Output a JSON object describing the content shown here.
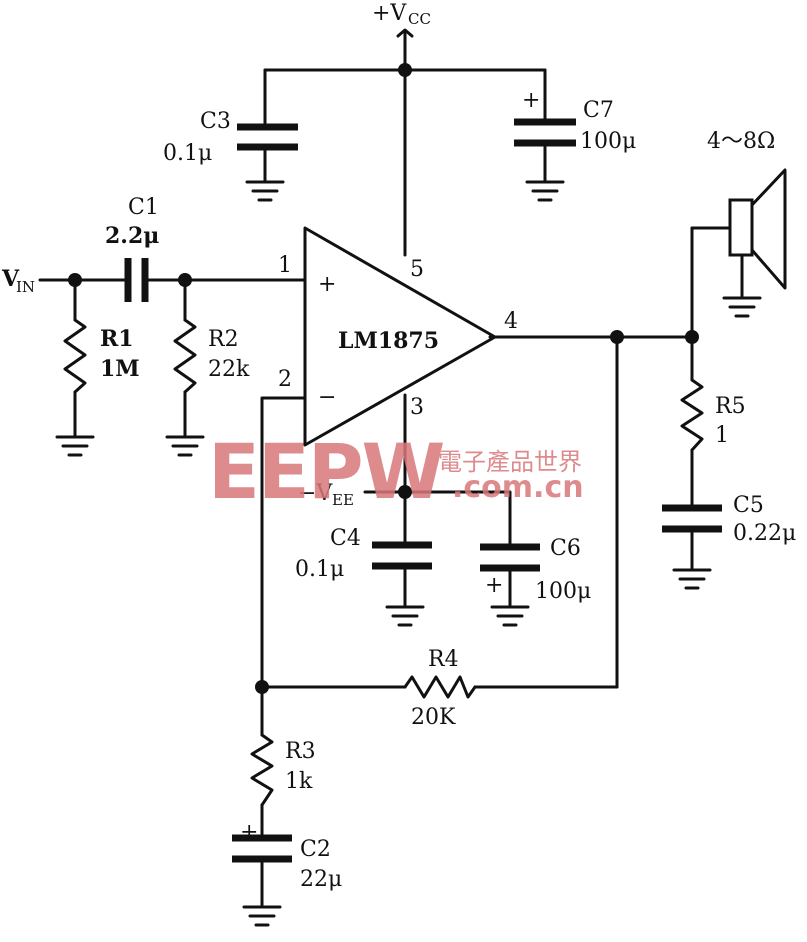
{
  "supply": {
    "vcc": "+V",
    "vcc_sub": "CC",
    "vee": "−V",
    "vee_sub": "EE"
  },
  "input": {
    "v": "V",
    "v_sub": "IN"
  },
  "ic": {
    "name": "LM1875",
    "pin1": "1",
    "pin2": "2",
    "pin3": "3",
    "pin4": "4",
    "pin5": "5",
    "plus": "+",
    "minus": "−"
  },
  "components": {
    "c1": {
      "ref": "C1",
      "value": "2.2μ"
    },
    "c2": {
      "ref": "C2",
      "value": "22μ",
      "polarity": "+"
    },
    "c3": {
      "ref": "C3",
      "value": "0.1μ"
    },
    "c4": {
      "ref": "C4",
      "value": "0.1μ"
    },
    "c5": {
      "ref": "C5",
      "value": "0.22μ"
    },
    "c6": {
      "ref": "C6",
      "value": "100μ",
      "polarity": "+"
    },
    "c7": {
      "ref": "C7",
      "value": "100μ",
      "polarity": "+"
    },
    "r1": {
      "ref": "R1",
      "value": "1M"
    },
    "r2": {
      "ref": "R2",
      "value": "22k"
    },
    "r3": {
      "ref": "R3",
      "value": "1k"
    },
    "r4": {
      "ref": "R4",
      "value": "20K"
    },
    "r5": {
      "ref": "R5",
      "value": "1"
    }
  },
  "speaker": {
    "value": "4～8Ω"
  },
  "watermark": {
    "logo": "EEPW",
    "cn": "電子產品世界",
    "url": ".com.cn"
  }
}
